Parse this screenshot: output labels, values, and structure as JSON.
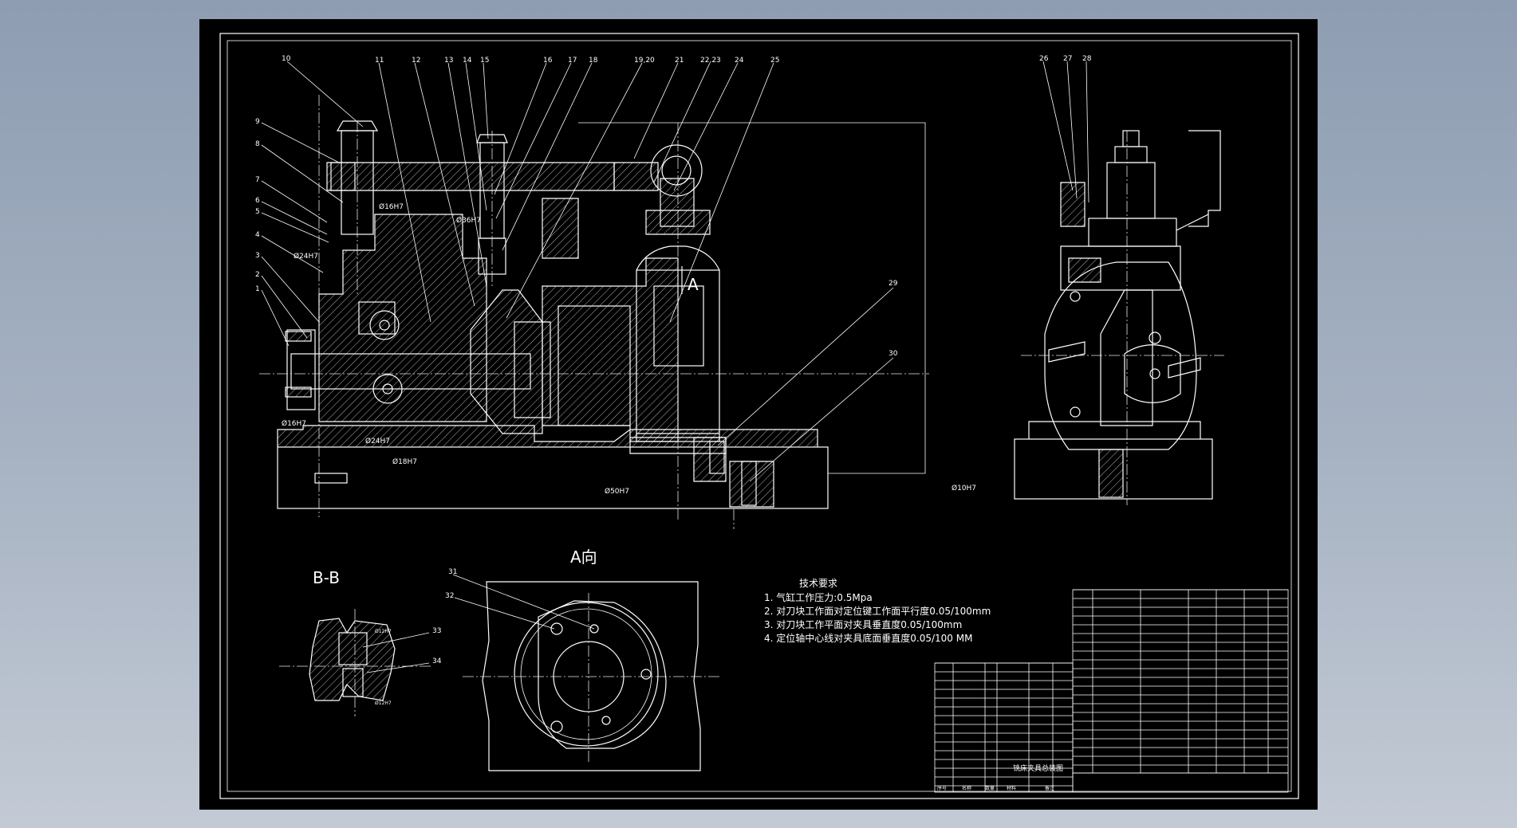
{
  "views": {
    "a_view_title": "A向",
    "bb_section_title": "B-B",
    "a_arrow_label": "A"
  },
  "balloons": {
    "top_left": [
      "10",
      "11",
      "12",
      "13",
      "14",
      "15",
      "16",
      "17",
      "18",
      "19,20",
      "21",
      "22,23",
      "24",
      "25"
    ],
    "left_side": [
      "9",
      "8",
      "7",
      "6",
      "5",
      "4",
      "3",
      "2",
      "1"
    ],
    "right_view": [
      "26",
      "27",
      "28"
    ],
    "right_main": [
      "29",
      "30"
    ],
    "a_view": [
      "31",
      "32"
    ],
    "bb": [
      "33",
      "34"
    ]
  },
  "dimensions": {
    "d16_h7": "Ø16H7",
    "d36_h7": "Ø36H7",
    "d24_h7_left": "Ø24H7",
    "d16_h7_low": "Ø16H7",
    "d24_h7_low": "Ø24H7",
    "d18_h7": "Ø18H7",
    "d50_h7": "Ø50H7",
    "d10_h7": "Ø10H7",
    "d12_h7": "Ø12H7",
    "d12_h7_b": "Ø12H7"
  },
  "tech_requirements": {
    "title": "技术要求",
    "items": [
      "1.  气缸工作压力:0.5Mpa",
      "2.  对刀块工作面对定位键工作面平行度0.05/100mm",
      "3.  对刀块工作平面对夹具垂直度0.05/100mm",
      "4.  定位轴中心线对夹具底面垂直度0.05/100 MM"
    ]
  },
  "title_block": {
    "drawing_title": "铣床夹具总装图",
    "row_labels": [
      "序号",
      "名称",
      "数量",
      "材料",
      "备注"
    ]
  }
}
